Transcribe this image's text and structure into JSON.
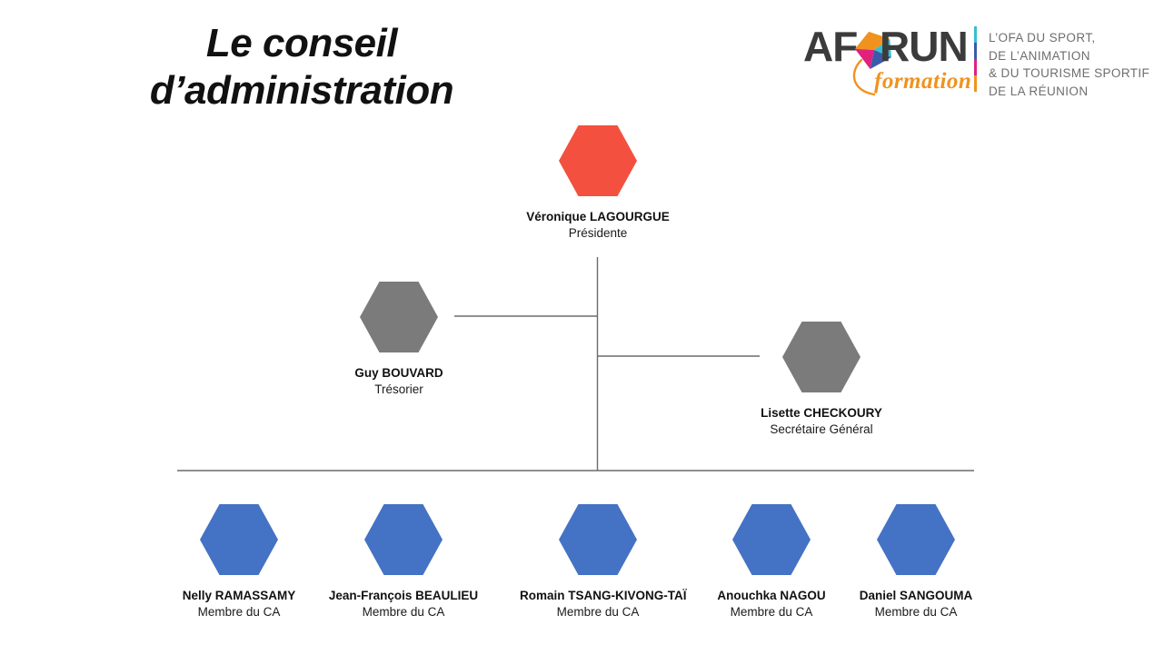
{
  "title": {
    "line1": "Le conseil",
    "line2": "d’administration"
  },
  "logo": {
    "word_af": "AF",
    "word_run": "RUN",
    "script": "formation",
    "kite_colors": [
      "#F0921E",
      "#34BFD0",
      "#E0217E",
      "#3A5BAB"
    ],
    "divider_colors": [
      "#34BFD0",
      "#3A5BAB",
      "#E0217E",
      "#F0921E"
    ],
    "tagline": [
      "L’OFA DU SPORT,",
      "DE L’ANIMATION",
      "& DU TOURISME SPORTIF",
      "DE LA RÉUNION"
    ]
  },
  "colors": {
    "president": "#F4503F",
    "officer": "#7B7B7B",
    "member": "#4472C4",
    "line": "#6b6b6b",
    "text": "#111111"
  },
  "org": {
    "president": {
      "name": "Véronique LAGOURGUE",
      "role": "Présidente",
      "color": "#F4503F"
    },
    "officers": [
      {
        "name": "Guy BOUVARD",
        "role": "Trésorier",
        "color": "#7B7B7B"
      },
      {
        "name": "Lisette CHECKOURY",
        "role": "Secrétaire Général",
        "color": "#7B7B7B"
      }
    ],
    "members": [
      {
        "name": "Nelly RAMASSAMY",
        "role": "Membre du CA",
        "color": "#4472C4"
      },
      {
        "name": "Jean-François BEAULIEU",
        "role": "Membre du CA",
        "color": "#4472C4"
      },
      {
        "name": "Romain TSANG-KIVONG-TAÏ",
        "role": "Membre du CA",
        "color": "#4472C4"
      },
      {
        "name": "Anouchka NAGOU",
        "role": "Membre du CA",
        "color": "#4472C4"
      },
      {
        "name": "Daniel SANGOUMA",
        "role": "Membre du CA",
        "color": "#4472C4"
      }
    ]
  }
}
